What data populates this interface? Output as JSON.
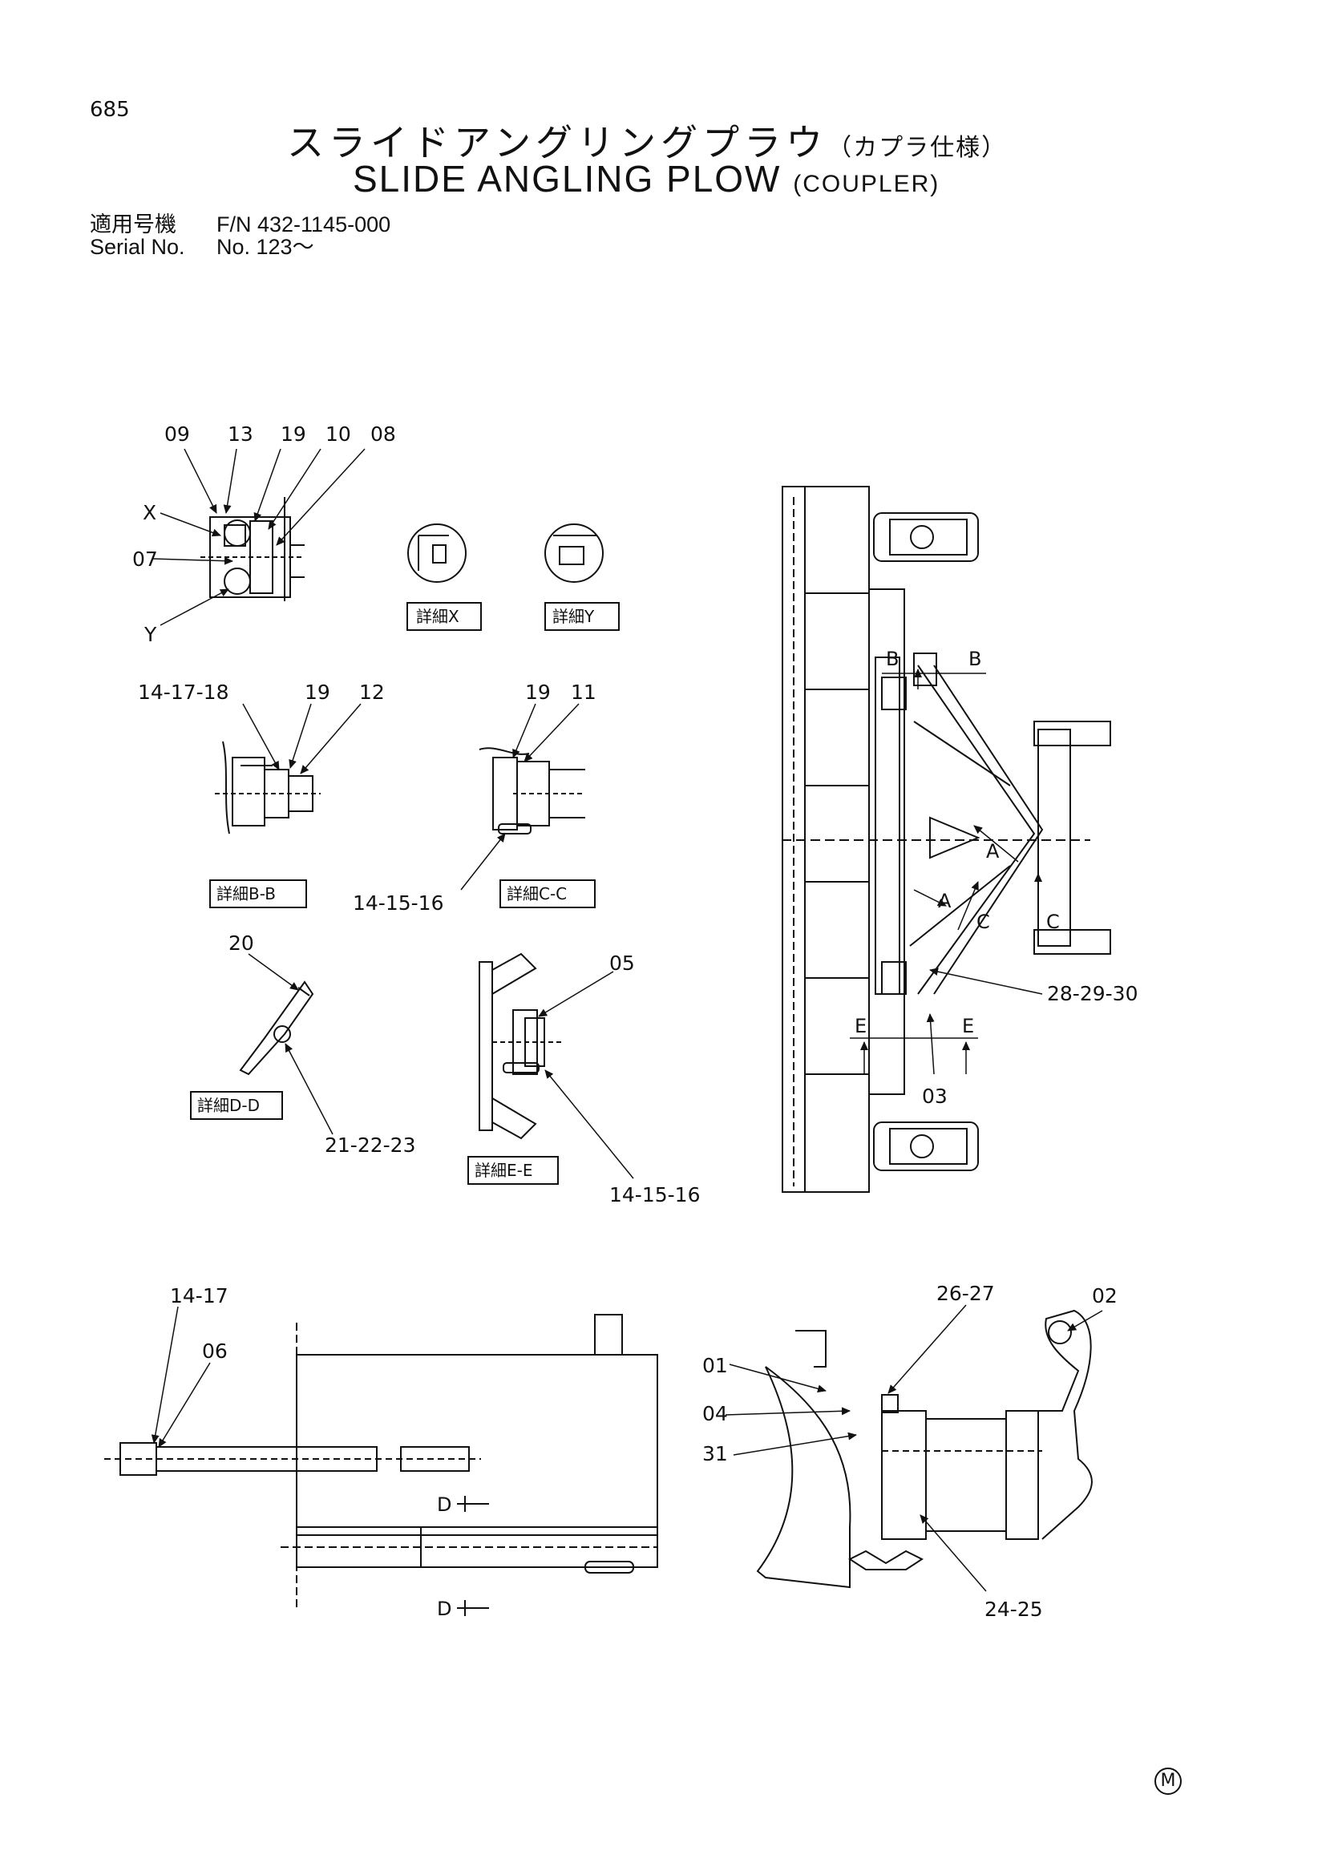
{
  "page_number": "685",
  "title": {
    "jp": "スライドアングリングプラウ",
    "jp_sub": "（カプラ仕様）",
    "en": "SLIDE ANGLING PLOW",
    "en_sub": "(COUPLER)"
  },
  "meta": {
    "applicable_label": "適用号機",
    "applicable_value": "F/N 432-1145-000",
    "serial_label": "Serial No.",
    "serial_value": "No. 123～"
  },
  "callouts": {
    "c09": "09",
    "c13": "13",
    "c19a": "19",
    "c10": "10",
    "c08": "08",
    "cX": "X",
    "c07": "07",
    "cY": "Y",
    "c141718": "14-17-18",
    "c19b": "19",
    "c12": "12",
    "c19c": "19",
    "c11": "11",
    "c141516a": "14-15-16",
    "c20": "20",
    "c212223": "21-22-23",
    "c05": "05",
    "c141516b": "14-15-16",
    "c282930": "28-29-30",
    "c03": "03",
    "c1417": "14-17",
    "c06": "06",
    "c2627": "26-27",
    "c02": "02",
    "c01": "01",
    "c04": "04",
    "c31": "31",
    "c2425": "24-25"
  },
  "section_marks": {
    "B1": "B",
    "B2": "B",
    "A1": "A",
    "A2": "A",
    "C1": "C",
    "C2": "C",
    "E1": "E",
    "E2": "E",
    "D1": "D",
    "D2": "D"
  },
  "detail_labels": {
    "x": "詳細X",
    "y": "詳細Y",
    "bb": "詳細B-B",
    "cc": "詳細C-C",
    "dd": "詳細D-D",
    "ee": "詳細E-E"
  },
  "mark": "M"
}
